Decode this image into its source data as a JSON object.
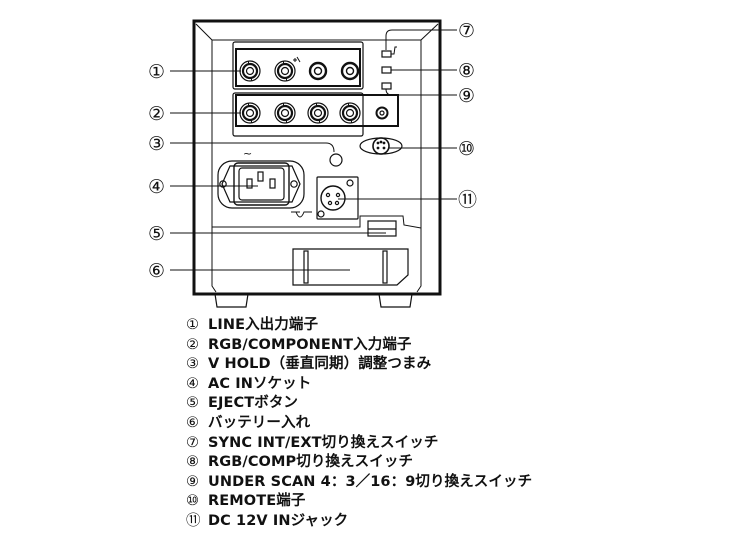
{
  "figure": {
    "title": "Rear panel diagram",
    "line_color": "#111111",
    "background": "#ffffff",
    "markers": {
      "ac_symbol": "~",
      "video_symbol": "⚡"
    }
  },
  "callouts": [
    {
      "id": 1,
      "symbol": "①",
      "label": "LINE入出力端子"
    },
    {
      "id": 2,
      "symbol": "②",
      "label": "RGB/COMPONENT入力端子"
    },
    {
      "id": 3,
      "symbol": "③",
      "label": "V HOLD（垂直同期）調整つまみ"
    },
    {
      "id": 4,
      "symbol": "④",
      "label": "AC INソケット"
    },
    {
      "id": 5,
      "symbol": "⑤",
      "label": "EJECTボタン"
    },
    {
      "id": 6,
      "symbol": "⑥",
      "label": "バッテリー入れ"
    },
    {
      "id": 7,
      "symbol": "⑦",
      "label": "SYNC INT/EXT切り換えスイッチ"
    },
    {
      "id": 8,
      "symbol": "⑧",
      "label": "RGB/COMP切り換えスイッチ"
    },
    {
      "id": 9,
      "symbol": "⑨",
      "label": "UNDER SCAN 4：3／16：9切り換えスイッチ"
    },
    {
      "id": 10,
      "symbol": "⑩",
      "label": "REMOTE端子"
    },
    {
      "id": 11,
      "symbol": "⑪",
      "label": "DC 12V INジャック"
    }
  ]
}
